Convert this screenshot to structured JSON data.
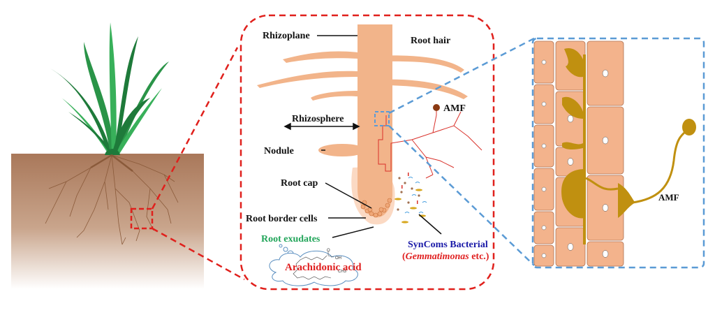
{
  "figure": {
    "title": "Plant root microbiome schematic",
    "panels": {
      "plant": {
        "name": "whole plant with soil and root system"
      },
      "rhizosphere": {
        "labels": {
          "rhizoplane": "Rhizoplane",
          "root_hair": "Root hair",
          "rhizosphere": "Rhizosphere",
          "amf": "AMF",
          "nodule": "Nodule",
          "root_cap": "Root cap",
          "root_border_cells": "Root border cells",
          "root_exudates": "Root exudates",
          "arachidonic_acid": "Arachidonic acid",
          "syncoms_line1": "SynComs Bacterial",
          "syncoms_open": "(",
          "syncoms_genus": "Gemmatimonas",
          "syncoms_close": " etc.)",
          "chem_oh": "OH",
          "chem_ch3": "CH3",
          "chem_o": "O"
        }
      },
      "cells": {
        "labels": {
          "amf": "AMF"
        }
      }
    },
    "colors": {
      "root": "#f2b48a",
      "root_halo": "#fbd9c3",
      "soil_top": "#a9785a",
      "soil_bottom": "#ffffff",
      "leaf_dark": "#1e7a3a",
      "leaf_light": "#38b05a",
      "root_line": "#8a5a3a",
      "red_dash": "#e0201c",
      "blue_dash": "#5b9bd5",
      "hyphae": "#d9312a",
      "amf_fungus": "#c09010",
      "amf_spore": "#8b3a12",
      "cell_fill": "#f3b38c",
      "cell_stroke": "#b07050",
      "exudates_green": "#22a55a",
      "syncoms_blue": "#1a1aa8",
      "acid_red": "#e02020",
      "bacteria_yellow": "#d8a820",
      "bacteria_blue": "#4aa0e0"
    }
  }
}
